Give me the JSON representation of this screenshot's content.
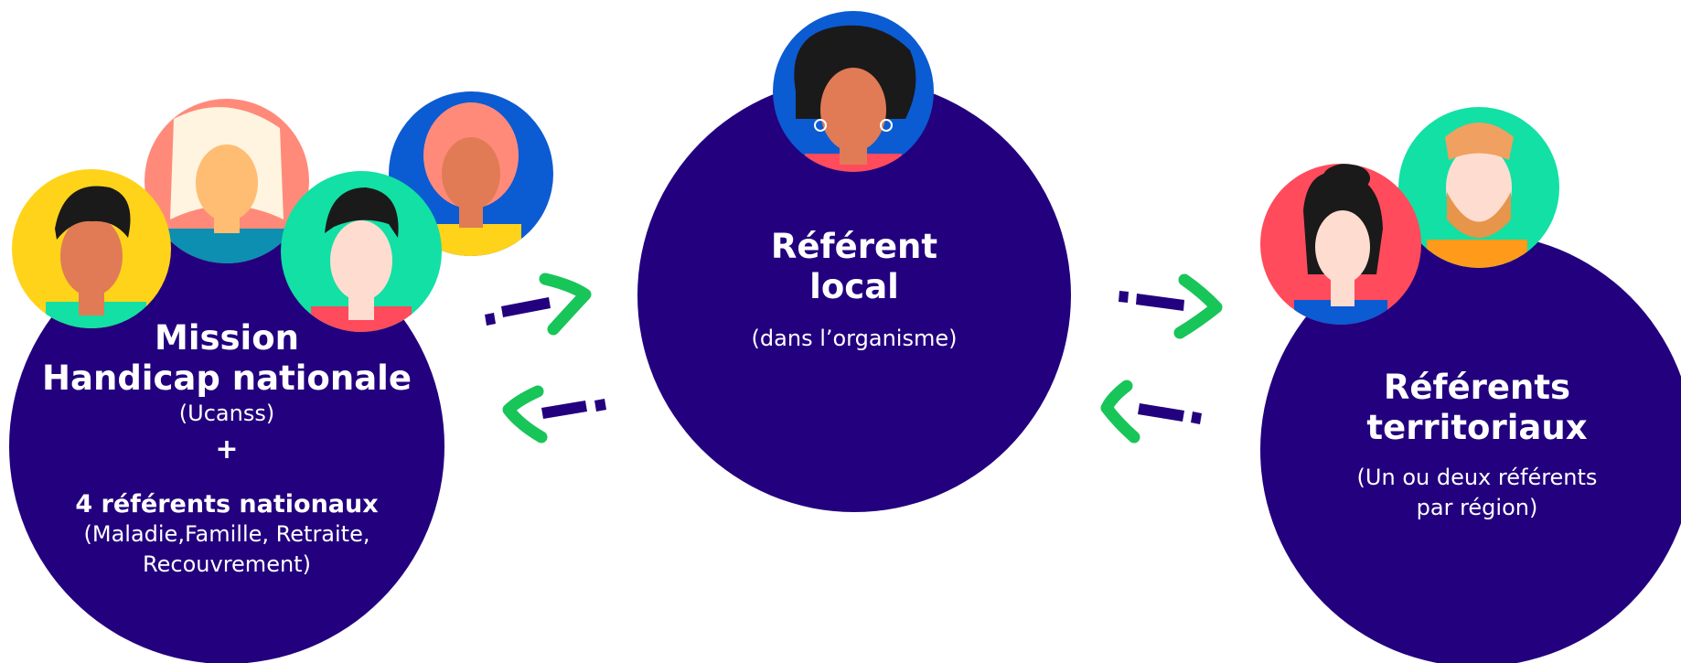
{
  "colors": {
    "circle_fill": "#23007e",
    "arrow_dash": "#23007e",
    "arrow_head": "#18c558",
    "text": "#ffffff"
  },
  "nodes": {
    "national": {
      "title_line1": "Mission",
      "title_line2": "Handicap nationale",
      "org": "(Ucanss)",
      "plus": "+",
      "referents": "4 référents nationaux",
      "branches_line1": "(Maladie,Famille, Retraite,",
      "branches_line2": "Recouvrement)"
    },
    "local": {
      "title_line1": "Référent",
      "title_line2": "local",
      "subtitle": "(dans l’organisme)"
    },
    "territorial": {
      "title_line1": "Référents",
      "title_line2": "territoriaux",
      "subtitle_line1": "(Un ou deux référents",
      "subtitle_line2": "par région)"
    }
  },
  "avatars": [
    {
      "name": "man-yellow-background-avatar",
      "background": "#ffd31a"
    },
    {
      "name": "woman-blond-salmon-background-avatar",
      "background": "#ff8a7a"
    },
    {
      "name": "man-green-background-avatar",
      "background": "#12e0a5"
    },
    {
      "name": "woman-blue-background-avatar",
      "background": "#0b5bd3"
    },
    {
      "name": "woman-curly-blue-background-avatar",
      "background": "#0b5bd3"
    },
    {
      "name": "woman-red-background-avatar",
      "background": "#ff4b5c"
    },
    {
      "name": "man-beard-green-background-avatar",
      "background": "#12e0a5"
    }
  ],
  "connections": [
    {
      "from": "national",
      "to": "local",
      "direction": "right"
    },
    {
      "from": "local",
      "to": "national",
      "direction": "left"
    },
    {
      "from": "local",
      "to": "territorial",
      "direction": "right"
    },
    {
      "from": "territorial",
      "to": "local",
      "direction": "left"
    }
  ]
}
